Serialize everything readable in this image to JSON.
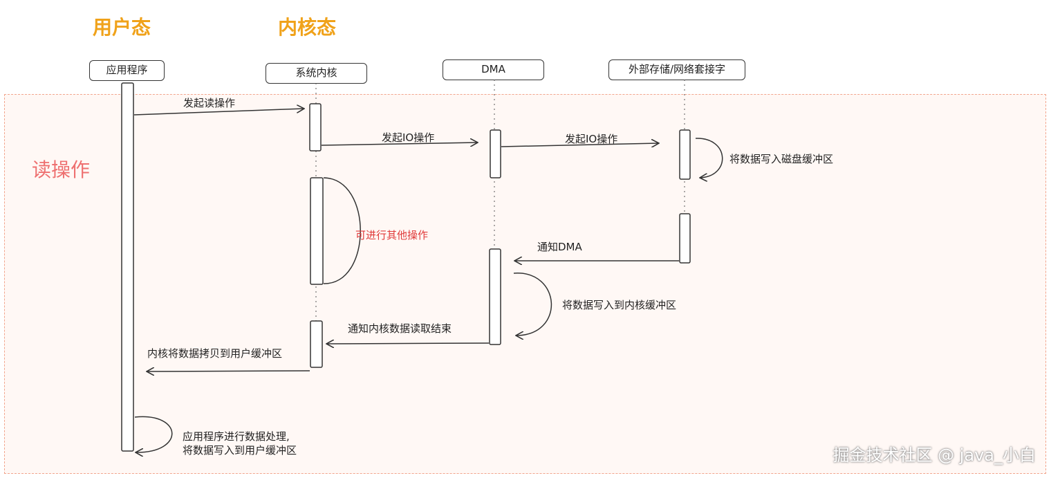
{
  "headers": {
    "user_mode": "用户态",
    "kernel_mode": "内核态"
  },
  "region_label": "读操作",
  "participants": {
    "app": "应用程序",
    "kernel": "系统内核",
    "dma": "DMA",
    "storage": "外部存储/网络套接字"
  },
  "messages": {
    "m1": "发起读操作",
    "m2": "发起IO操作",
    "m3": "发起IO操作",
    "m4": "将数据写入磁盘缓冲区",
    "m5": "可进行其他操作",
    "m6": "通知DMA",
    "m7": "将数据写入到内核缓冲区",
    "m8": "通知内核数据读取结束",
    "m9": "内核将数据拷贝到用户缓冲区",
    "m10_line1": "应用程序进行数据处理,",
    "m10_line2": "将数据写入到用户缓冲区"
  },
  "watermark": "掘金技术社区 @ java_小白",
  "colors": {
    "header": "#f0a21a",
    "region_label": "#ee7070",
    "region_fill": "#fff8f5",
    "region_border": "#f2a48c",
    "highlight_text": "#e03a3a"
  }
}
